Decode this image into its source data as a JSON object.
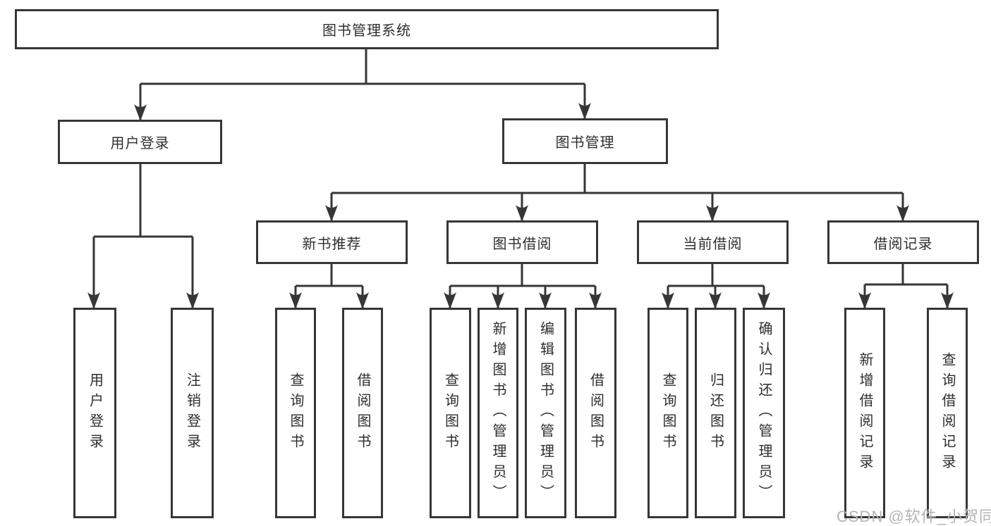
{
  "nodes": {
    "root": "图书管理系统",
    "user_login": "用户登录",
    "book_mgmt": "图书管理",
    "new_book_rec": "新书推荐",
    "book_borrow": "图书借阅",
    "current_borrow": "当前借阅",
    "borrow_record": "借阅记录",
    "leaf_user_login": "用户登录",
    "leaf_logout": "注销登录",
    "leaf_rec_query": "查询图书",
    "leaf_rec_borrow": "借阅图书",
    "leaf_bb_query": "查询图书",
    "leaf_bb_add": "新增图书（管理员）",
    "leaf_bb_edit": "编辑图书（管理员）",
    "leaf_bb_borrow": "借阅图书",
    "leaf_cb_query": "查询图书",
    "leaf_cb_return": "归还图书",
    "leaf_cb_confirm": "确认归还（管理员）",
    "leaf_br_add": "新增借阅记录",
    "leaf_br_query": "查询借阅记录"
  },
  "watermark": "CSDN @软件_小贺同学",
  "colors": {
    "line": "#363636",
    "text": "#2e2e2e",
    "watermark": "#b4b4b4",
    "background": "#ffffff"
  }
}
